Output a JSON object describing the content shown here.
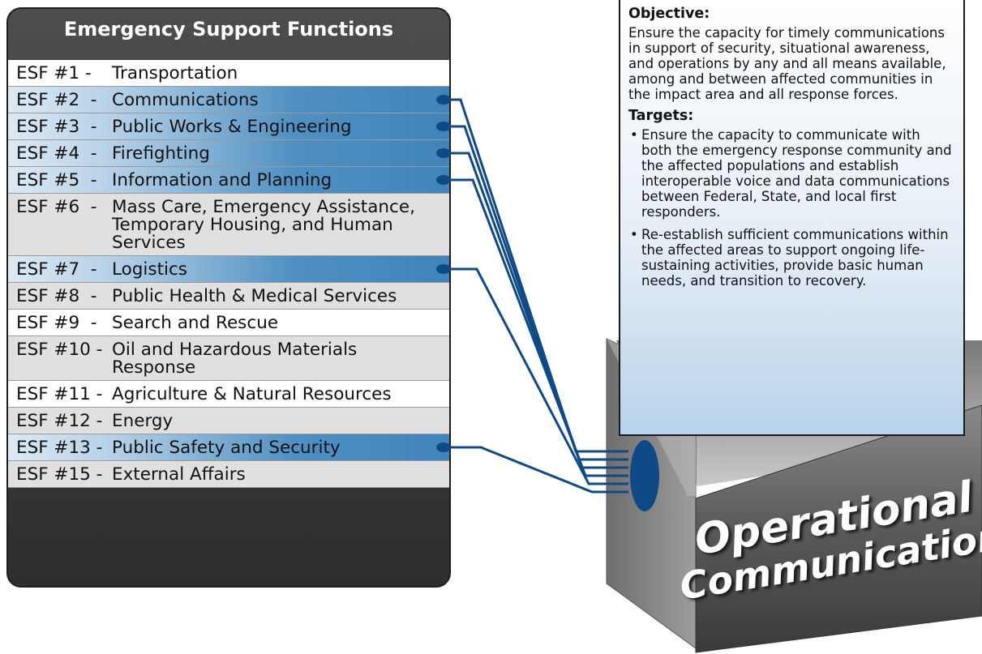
{
  "esf": {
    "title": "Emergency Support Functions",
    "items": [
      {
        "num": "ESF #1 -",
        "label": "Transportation",
        "style": "white",
        "connected": false
      },
      {
        "num": "ESF #2  -",
        "label": "Communications",
        "style": "blue",
        "connected": true
      },
      {
        "num": "ESF #3  -",
        "label": "Public Works & Engineering",
        "style": "blue",
        "connected": true
      },
      {
        "num": "ESF #4  -",
        "label": "Firefighting",
        "style": "blue",
        "connected": true
      },
      {
        "num": "ESF #5  -",
        "label": "Information and Planning",
        "style": "blue",
        "connected": true
      },
      {
        "num": "ESF #6  -",
        "label": "Mass Care, Emergency Assistance, Temporary Housing, and Human Services",
        "style": "grey",
        "connected": false
      },
      {
        "num": "ESF #7  -",
        "label": "Logistics",
        "style": "blue",
        "connected": true
      },
      {
        "num": "ESF #8  -",
        "label": "Public Health & Medical Services",
        "style": "grey",
        "connected": false
      },
      {
        "num": "ESF #9  -",
        "label": "Search and Rescue",
        "style": "white",
        "connected": false
      },
      {
        "num": "ESF #10 -",
        "label": "Oil and Hazardous Materials Response",
        "style": "grey",
        "connected": false
      },
      {
        "num": "ESF #11 -",
        "label": "Agriculture & Natural Resources",
        "style": "white",
        "connected": false
      },
      {
        "num": "ESF #12 -",
        "label": "Energy",
        "style": "grey",
        "connected": false
      },
      {
        "num": "ESF #13 -",
        "label": "Public Safety and Security",
        "style": "blue",
        "connected": true
      },
      {
        "num": "ESF #15 -",
        "label": "External Affairs",
        "style": "grey",
        "connected": false
      }
    ]
  },
  "info": {
    "objective_heading": "Objective:",
    "objective_text": "Ensure the capacity for timely communications in support of security, situational awareness, and operations by any and all means available, among and between affected communities in the impact area and all response forces.",
    "targets_heading": "Targets:",
    "targets": [
      "Ensure the capacity to communicate with both the emergency response community and the affected populations and establish interoperable voice and data communications between Federal, State, and local first responders.",
      "Re-establish sufficient communications within the affected areas to support ongoing life-sustaining activities, provide basic human needs, and transition to recovery."
    ]
  },
  "box": {
    "line1": "Operational",
    "line2": "Communications"
  },
  "colors": {
    "connector": "#0f4a86",
    "box_front": "#4a4a4a",
    "box_top": "#9a9a9a",
    "panel": "#3a3a3a"
  }
}
